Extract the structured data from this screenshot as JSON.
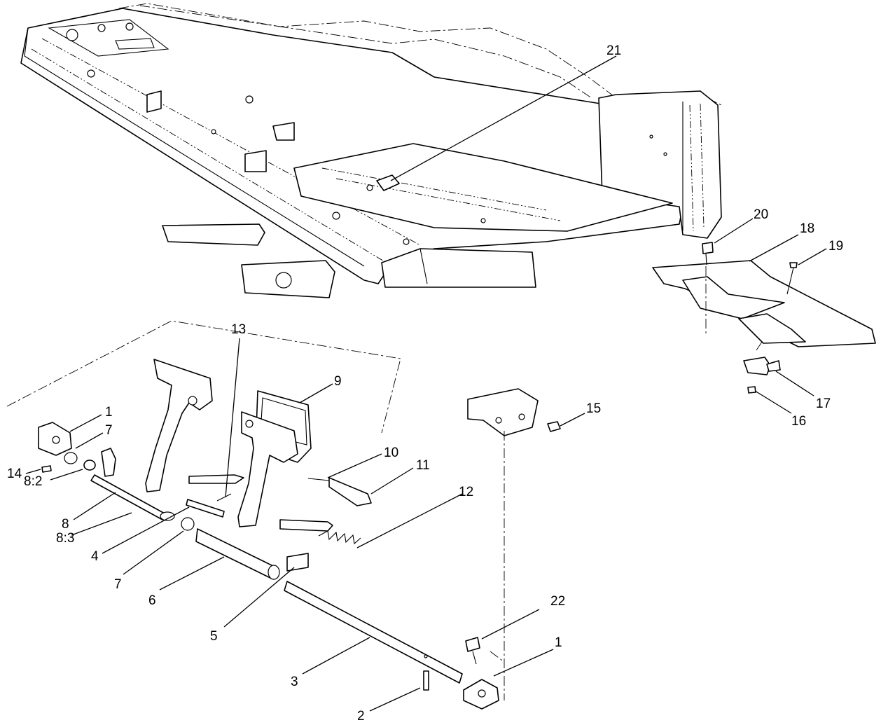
{
  "callouts": [
    {
      "id": "c21",
      "label": "21"
    },
    {
      "id": "c20",
      "label": "20"
    },
    {
      "id": "c18",
      "label": "18"
    },
    {
      "id": "c19",
      "label": "19"
    },
    {
      "id": "c17",
      "label": "17"
    },
    {
      "id": "c16",
      "label": "16"
    },
    {
      "id": "c15",
      "label": "15"
    },
    {
      "id": "c13",
      "label": "13"
    },
    {
      "id": "c9",
      "label": "9"
    },
    {
      "id": "c1a",
      "label": "1"
    },
    {
      "id": "c7a",
      "label": "7"
    },
    {
      "id": "c14",
      "label": "14"
    },
    {
      "id": "c8_2",
      "label": "8:2"
    },
    {
      "id": "c10",
      "label": "10"
    },
    {
      "id": "c11",
      "label": "11"
    },
    {
      "id": "c12",
      "label": "12"
    },
    {
      "id": "c8",
      "label": "8"
    },
    {
      "id": "c8_3",
      "label": "8:3"
    },
    {
      "id": "c4",
      "label": "4"
    },
    {
      "id": "c7b",
      "label": "7"
    },
    {
      "id": "c6",
      "label": "6"
    },
    {
      "id": "c5",
      "label": "5"
    },
    {
      "id": "c22",
      "label": "22"
    },
    {
      "id": "c1b",
      "label": "1"
    },
    {
      "id": "c3",
      "label": "3"
    },
    {
      "id": "c2",
      "label": "2"
    }
  ]
}
